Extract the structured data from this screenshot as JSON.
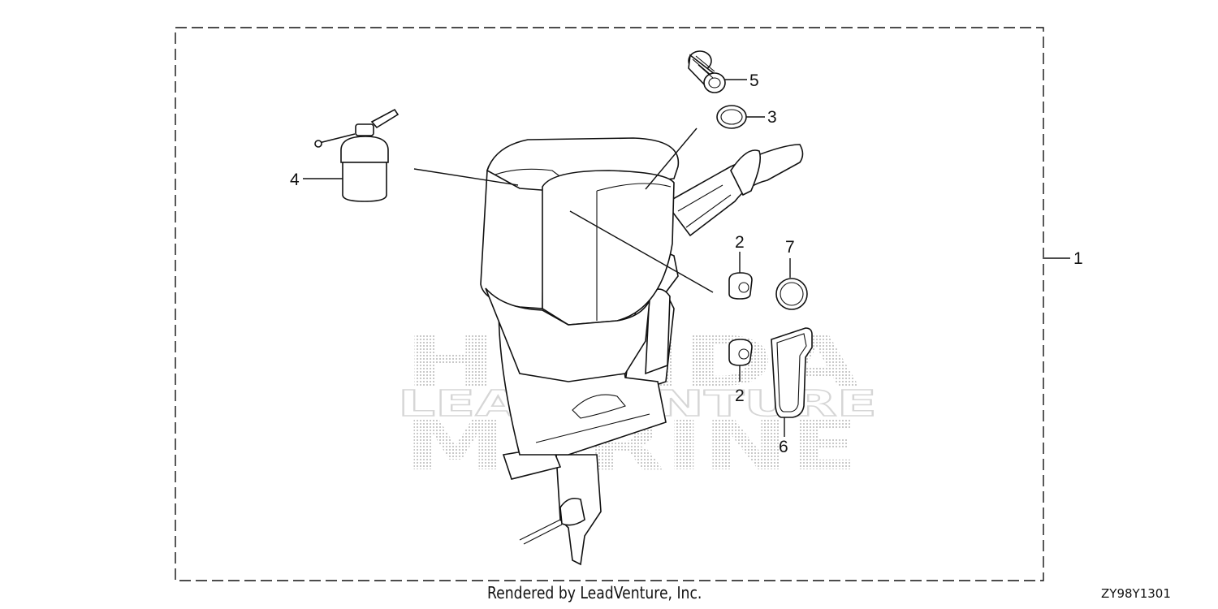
{
  "diagram": {
    "callouts": [
      {
        "id": "1",
        "label": "1"
      },
      {
        "id": "2a",
        "label": "2"
      },
      {
        "id": "2b",
        "label": "2"
      },
      {
        "id": "3",
        "label": "3"
      },
      {
        "id": "4",
        "label": "4"
      },
      {
        "id": "5",
        "label": "5"
      },
      {
        "id": "6",
        "label": "6"
      },
      {
        "id": "7",
        "label": "7"
      }
    ],
    "watermark": {
      "line1": "HONDA",
      "line2": "LEADVENTURE",
      "line3": "MARINE"
    }
  },
  "footer": {
    "credit": "Rendered by LeadVenture, Inc.",
    "diagram_code": "ZY98Y1301"
  }
}
